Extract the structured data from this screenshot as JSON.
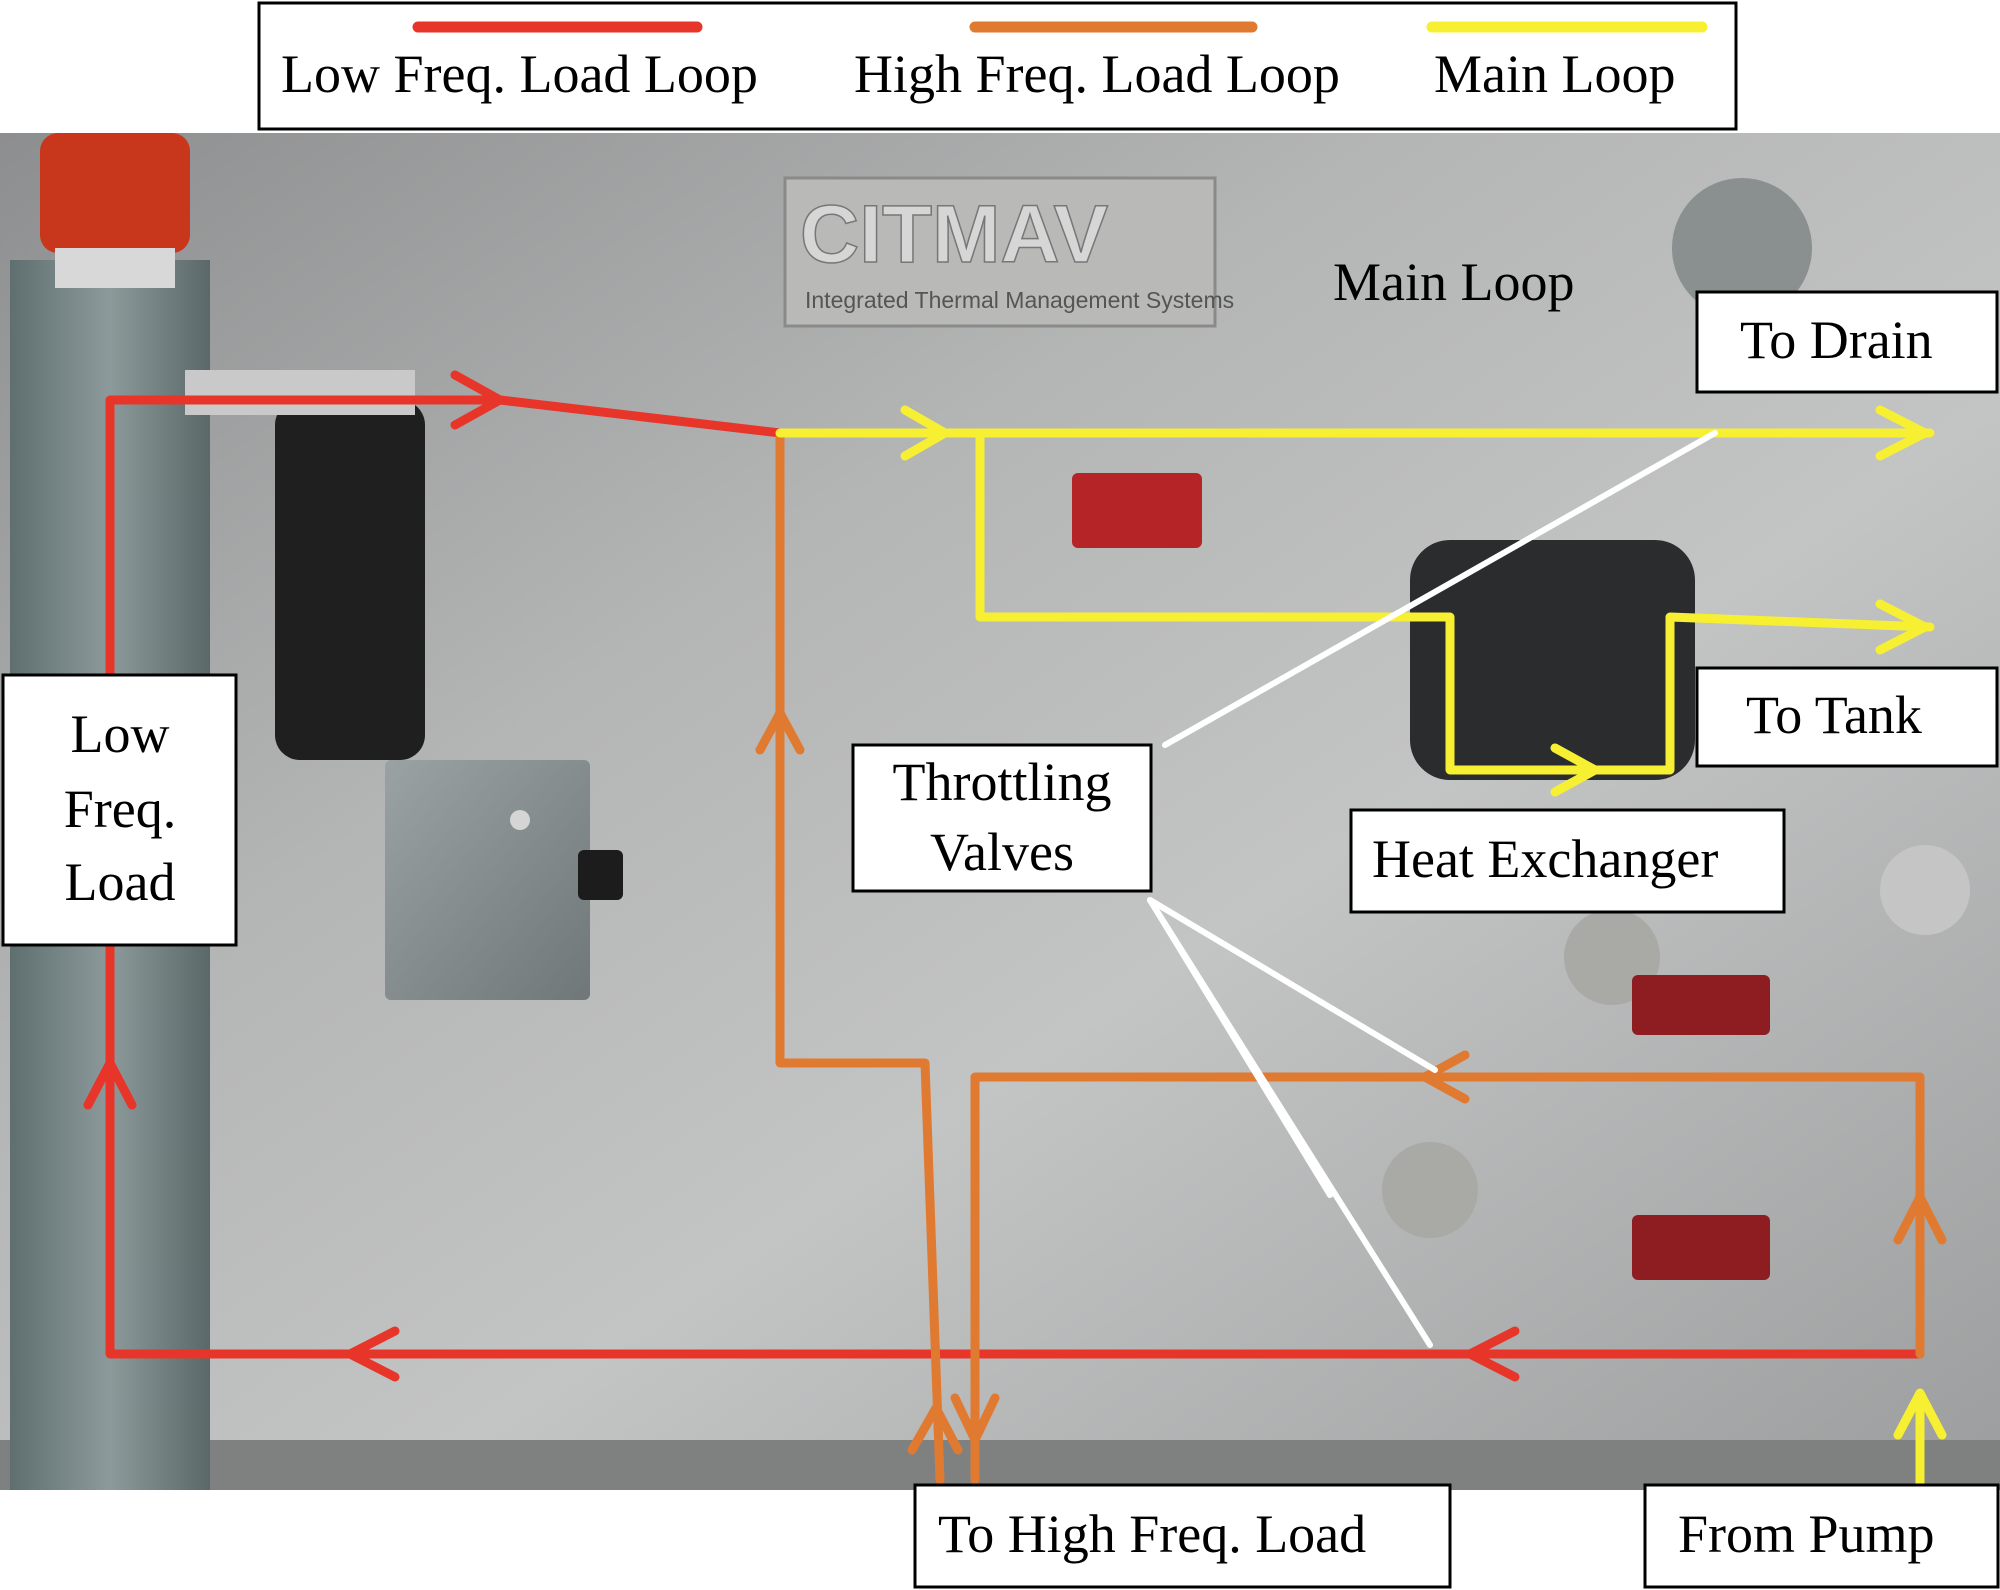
{
  "legend": {
    "items": [
      {
        "label": "Low Freq. Load Loop",
        "color": "#e8352a"
      },
      {
        "label": "High Freq. Load Loop",
        "color": "#e07a30"
      },
      {
        "label": "Main Loop",
        "color": "#f7f032"
      }
    ]
  },
  "panel": {
    "logo_text": "CITMAV",
    "logo_subtitle": "Integrated Thermal Management Systems"
  },
  "labels": {
    "main_loop": "Main Loop",
    "to_drain": "To Drain",
    "to_tank": "To Tank",
    "heat_exchanger": "Heat Exchanger",
    "throttling_valves_line1": "Throttling",
    "throttling_valves_line2": "Valves",
    "low_freq_load_line1": "Low",
    "low_freq_load_line2": "Freq.",
    "low_freq_load_line3": "Load",
    "to_high_freq_load": "To High Freq. Load",
    "from_pump": "From Pump"
  },
  "colors": {
    "low_freq": "#e8352a",
    "high_freq": "#e07a30",
    "main": "#f7f032",
    "pointer": "#ffffff",
    "panel": "#a7a8a8"
  }
}
